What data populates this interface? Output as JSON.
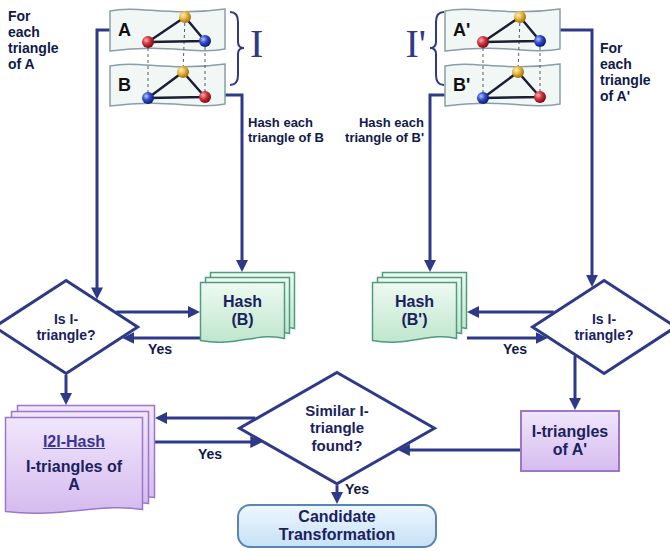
{
  "diagram": {
    "nodes": [
      {
        "text": [
          "A"
        ]
      },
      {
        "text": [
          "B"
        ]
      },
      {
        "text": [
          "A'"
        ]
      },
      {
        "text": [
          "B'"
        ]
      },
      {
        "text": [
          "Is I-triangle?"
        ]
      },
      {
        "text": [
          "Hash (B)"
        ]
      },
      {
        "text": [
          "Hash (B')"
        ]
      },
      {
        "text": [
          "Is I-triangle?"
        ]
      },
      {
        "text": [
          "I2I-Hash",
          "I-triangles of A"
        ]
      },
      {
        "text": [
          "Similar I-triangle found?"
        ]
      },
      {
        "text": [
          "I-triangles of A'"
        ]
      },
      {
        "text": [
          "Candidate Transformation"
        ]
      }
    ],
    "edges": [
      {
        "from": 0,
        "to": 4,
        "label": "For each triangle of A",
        "arrow": "to"
      },
      {
        "from": 1,
        "to": 5,
        "label": "Hash each triangle of B",
        "arrow": "to"
      },
      {
        "from": 4,
        "to": 5,
        "arrow": "to"
      },
      {
        "from": 5,
        "to": 4,
        "label": "Yes",
        "arrow": "to"
      },
      {
        "from": 4,
        "to": 8,
        "arrow": "to"
      },
      {
        "from": 2,
        "to": 7,
        "label": "For each triangle of A'",
        "arrow": "to"
      },
      {
        "from": 3,
        "to": 6,
        "label": "Hash each triangle of B'",
        "arrow": "to"
      },
      {
        "from": 7,
        "to": 6,
        "arrow": "to"
      },
      {
        "from": 6,
        "to": 7,
        "label": "Yes",
        "arrow": "to"
      },
      {
        "from": 7,
        "to": 10,
        "arrow": "to"
      },
      {
        "from": 10,
        "to": 9,
        "arrow": "to"
      },
      {
        "from": 9,
        "to": 8,
        "arrow": "to"
      },
      {
        "from": 8,
        "to": 9,
        "label": "Yes",
        "arrow": "to"
      },
      {
        "from": 9,
        "to": 11,
        "label": "Yes",
        "arrow": "to"
      }
    ],
    "labels": [
      "I",
      "I'"
    ]
  }
}
